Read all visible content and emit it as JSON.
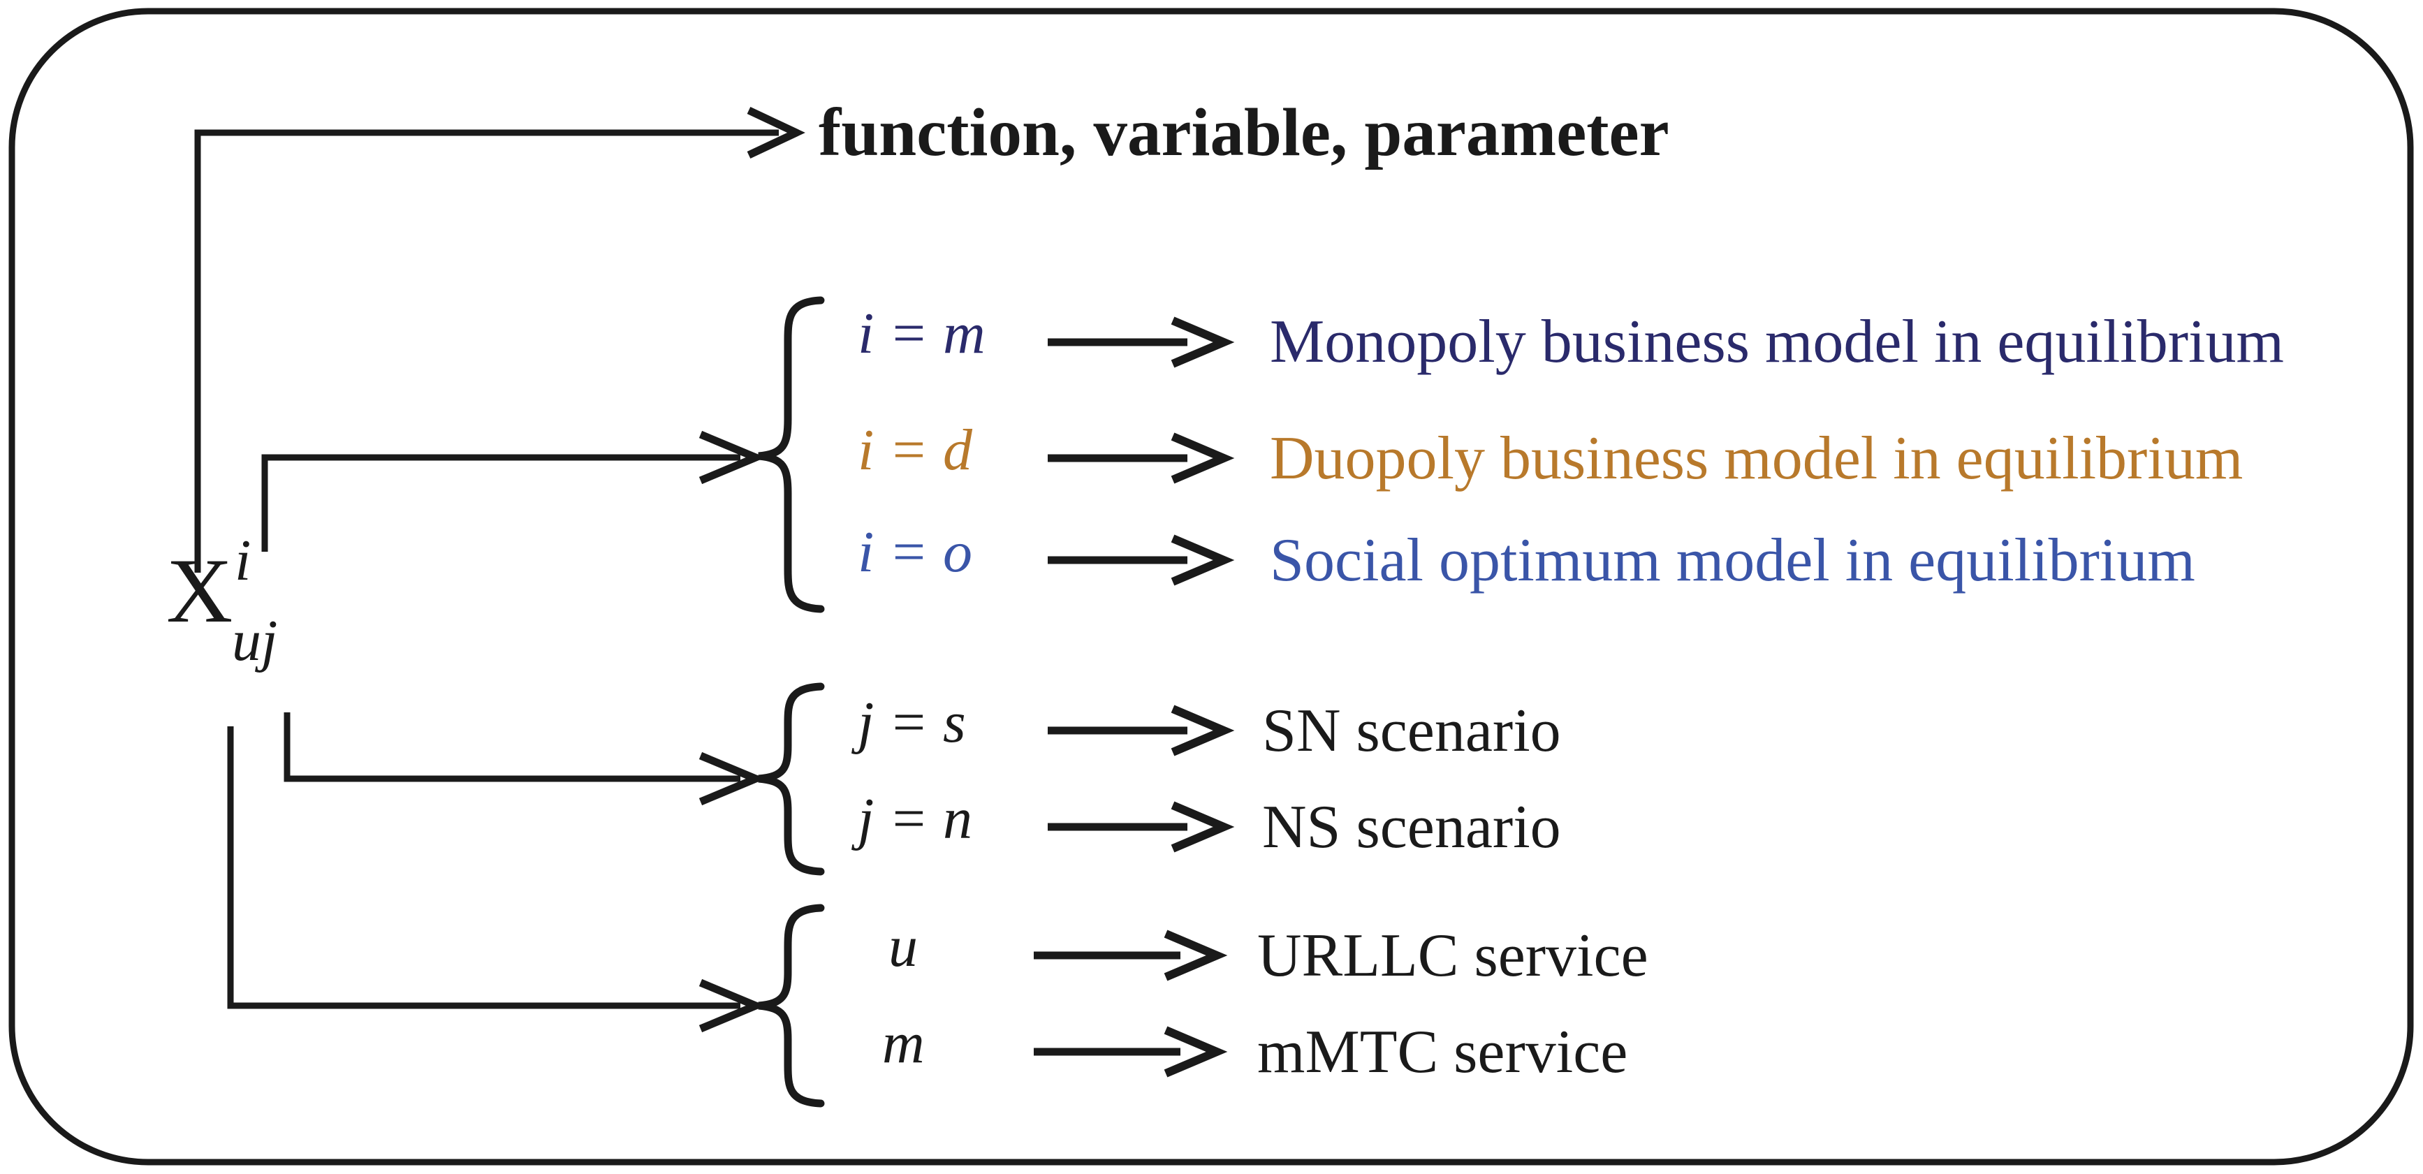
{
  "figure": {
    "title_label": "function, variable, parameter",
    "root_symbol": {
      "base": "X",
      "superscript": "i",
      "subscript": "uj"
    },
    "colors": {
      "frame": "#1a1a1a",
      "connector": "#1a1a1a",
      "text_default": "#1a1a1a",
      "monopoly_navy": "#2a2a6b",
      "duopoly_ochre": "#b8792b",
      "social_blue": "#3a55a8"
    },
    "groups": [
      {
        "name": "index-i",
        "rows": [
          {
            "key": "i = m",
            "label": "Monopoly business model in equilibrium",
            "color": "#2a2a6b"
          },
          {
            "key": "i = d",
            "label": "Duopoly business model in equilibrium",
            "color": "#b8792b"
          },
          {
            "key": "i = o",
            "label": "Social optimum model in equilibrium",
            "color": "#3a55a8"
          }
        ]
      },
      {
        "name": "index-j",
        "rows": [
          {
            "key": "j = s",
            "label": "SN  scenario",
            "color": "#1a1a1a"
          },
          {
            "key": "j = n",
            "label": "NS  scenario",
            "color": "#1a1a1a"
          }
        ]
      },
      {
        "name": "service-index",
        "rows": [
          {
            "key": "u",
            "label": "URLLC service",
            "color": "#1a1a1a"
          },
          {
            "key": "m",
            "label": "mMTC service",
            "color": "#1a1a1a"
          }
        ]
      }
    ]
  }
}
